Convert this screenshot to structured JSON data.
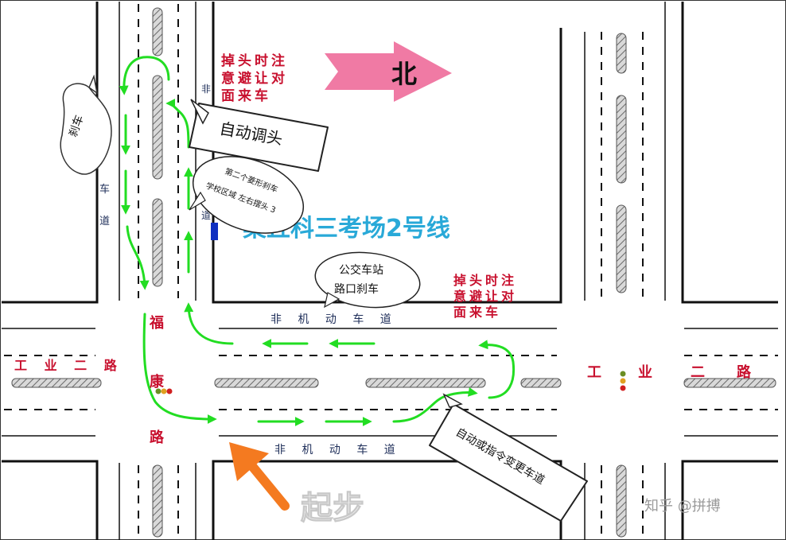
{
  "title": "桑丘科三考场2号线",
  "north_label": "北",
  "start_label": "起步",
  "watermark": "知乎 @拼搏",
  "road_left": "工 业 二 路",
  "road_right": [
    "工",
    "业",
    "二",
    "路"
  ],
  "road_vertical": [
    "福",
    "康",
    "路"
  ],
  "lane_top": "非 机 动 车 道",
  "lane_bottom": "非 机 动 车 道",
  "lane_left_vertical": [
    "车",
    "道"
  ],
  "lane_center_vertical": [
    "非",
    "道"
  ],
  "uturn_note_top": [
    "掉头时注",
    "意避让对",
    "面来车"
  ],
  "uturn_note_right": [
    "掉头时注",
    "意避让对",
    "面来车"
  ],
  "bubbles": {
    "brake": "刹车",
    "auto_uturn": "自动调头",
    "second_brake_line1": "第二个菱形刹车",
    "second_brake_line2": "学校区域 左右摆头 3",
    "bus_stop_line1": "公交车站",
    "bus_stop_line2": "路口刹车",
    "lane_change": "自动或指令变更车道"
  },
  "colors": {
    "route": "#22dd22",
    "north_arrow": "#f07aa4",
    "start_arrow": "#f47a20",
    "title": "#29a9d8",
    "labels": "#c8102e"
  }
}
